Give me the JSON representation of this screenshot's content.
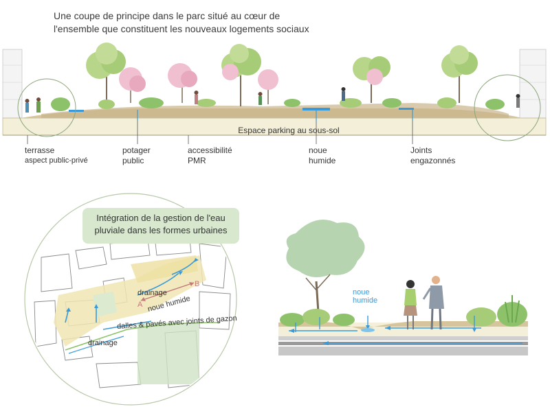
{
  "title": {
    "line1": "Une coupe de principe dans le parc situé au cœur de",
    "line2": "l'ensemble que constituent les nouveaux logements sociaux"
  },
  "section": {
    "parking_label": "Espace parking au sous-sol",
    "labels": [
      {
        "line1": "terrasse",
        "line2": "aspect public-privé"
      },
      {
        "line1": "potager",
        "line2": "public"
      },
      {
        "line1": "accessibilité",
        "line2": "PMR"
      },
      {
        "line1": "noue",
        "line2": "humide"
      },
      {
        "line1": "Joints",
        "line2": "engazonnés"
      }
    ]
  },
  "map": {
    "callout_line1": "Intégration de la gestion de l'eau",
    "callout_line2": "pluviale dans les formes urbaines",
    "drainage_top": "drainage",
    "noue_humide": "noue humide",
    "dalles": "dalles & pavés avec joints de gazon",
    "drainage_bottom": "drainage",
    "point_a": "A",
    "point_b": "B"
  },
  "detail": {
    "noue_line1": "noue",
    "noue_line2": "humide"
  },
  "colors": {
    "water": "#3a9ad9",
    "grass": "#8dc26b",
    "soil": "#c9b48a",
    "parking": "#f3efd8",
    "callout_bg": "#d7e8cf",
    "pink_tree": "#e8a9bf"
  }
}
